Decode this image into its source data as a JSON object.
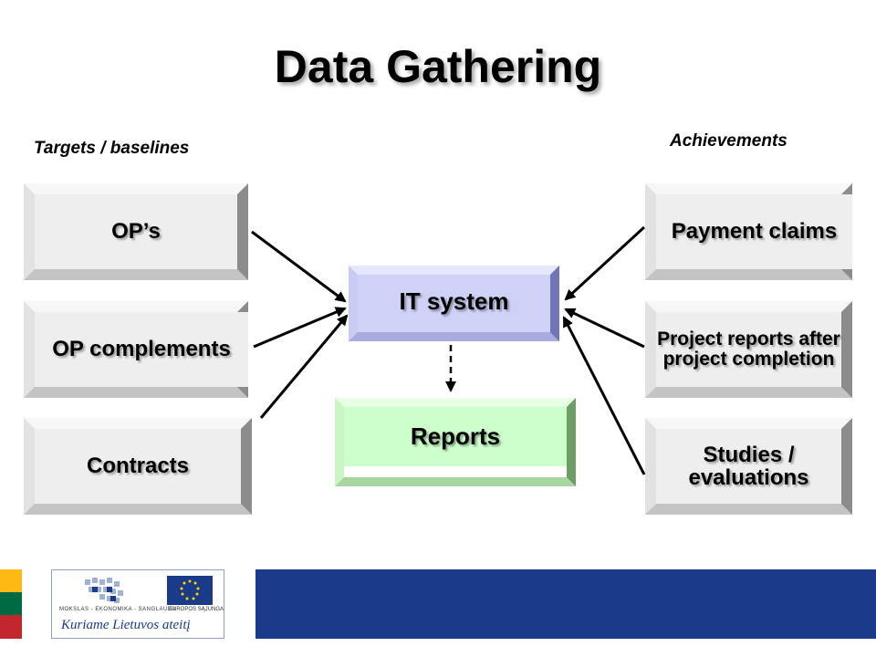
{
  "title": "Data Gathering",
  "left_caption": "Targets / baselines",
  "right_caption": "Achievements",
  "left_boxes": [
    "OP’s",
    "OP complements",
    "Contracts"
  ],
  "center": {
    "system": "IT system",
    "reports": "Reports"
  },
  "right_boxes": [
    "Payment claims",
    "Project reports after project completion",
    "Studies / evaluations"
  ],
  "logo": {
    "top_left_text": "MOKSLAS - EKONOMIKA - SANGLAUDA",
    "top_right_text": "EUROPOS SĄJUNGA",
    "motto": "Kuriame Lietuvos ateitį"
  },
  "colors": {
    "it_system": "#cfd1f7",
    "reports": "#ccffcc",
    "side_boxes": "#eeeeee",
    "footer_band": "#1a3a8a",
    "flag": [
      "#fdb913",
      "#006a44",
      "#c1272d"
    ]
  }
}
